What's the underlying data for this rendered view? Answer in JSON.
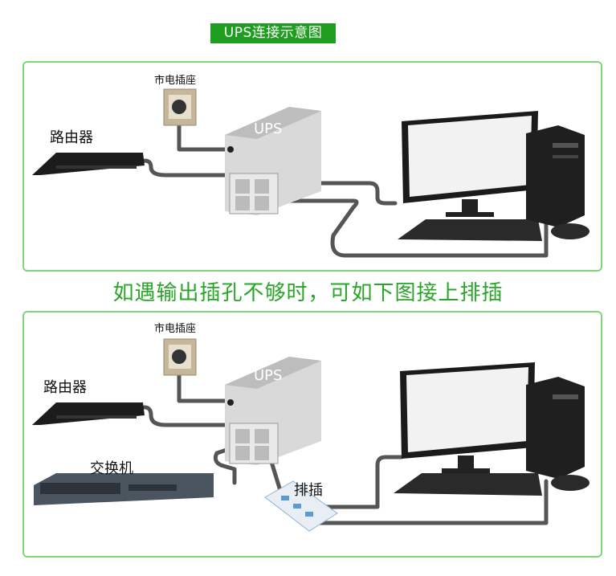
{
  "title": "UPS连接示意图",
  "subtitle": "如遇输出插孔不够时，可如下图接上排插",
  "diagram1": {
    "outlet_label": "市电插座",
    "router_label": "路由器",
    "ups_label": "UPS"
  },
  "diagram2": {
    "outlet_label": "市电插座",
    "router_label": "路由器",
    "ups_label": "UPS",
    "switch_label": "交换机",
    "power_strip_label": "排插"
  },
  "colors": {
    "accent_green": "#1f9d1f",
    "border_green": "#7fd67a",
    "subtitle_green": "#2aa52a",
    "cable": "#555555"
  }
}
